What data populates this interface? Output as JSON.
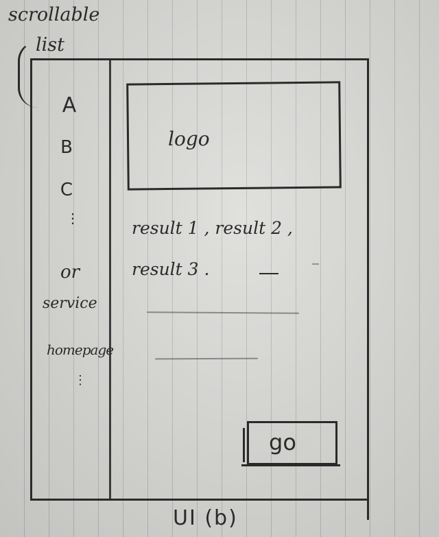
{
  "annotation": {
    "label_line1": "scrollable",
    "label_line2": "list"
  },
  "sidebar": {
    "items": [
      {
        "label": "A"
      },
      {
        "label": "B"
      },
      {
        "label": "C"
      },
      {
        "label": "⋮"
      },
      {
        "label": "or"
      },
      {
        "label": "service"
      },
      {
        "label": "homepage"
      },
      {
        "label": "⋮"
      }
    ]
  },
  "main": {
    "logo_label": "logo",
    "results_line1": "result 1 ,   result 2 ,",
    "results_line2": "result 3 ."
  },
  "go_button": {
    "label": "go"
  },
  "caption": "UI (b)"
}
